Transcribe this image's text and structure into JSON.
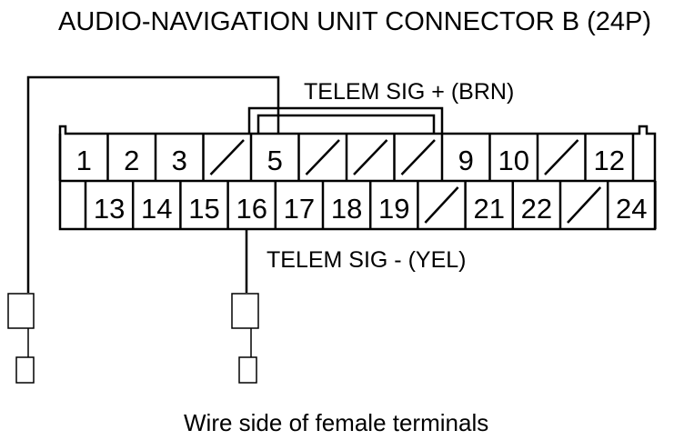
{
  "diagram": {
    "title": "AUDIO-NAVIGATION UNIT CONNECTOR B (24P)",
    "footer": "Wire side of female terminals",
    "wires": {
      "top": "TELEM SIG + (BRN)",
      "bottom": "TELEM SIG - (YEL)"
    },
    "connector": {
      "top_row": [
        "1",
        "2",
        "3",
        "",
        "5",
        "",
        "",
        "",
        "9",
        "10",
        "",
        "12"
      ],
      "bottom_row": [
        "13",
        "14",
        "15",
        "16",
        "17",
        "18",
        "19",
        "",
        "21",
        "22",
        "",
        "24"
      ]
    }
  }
}
